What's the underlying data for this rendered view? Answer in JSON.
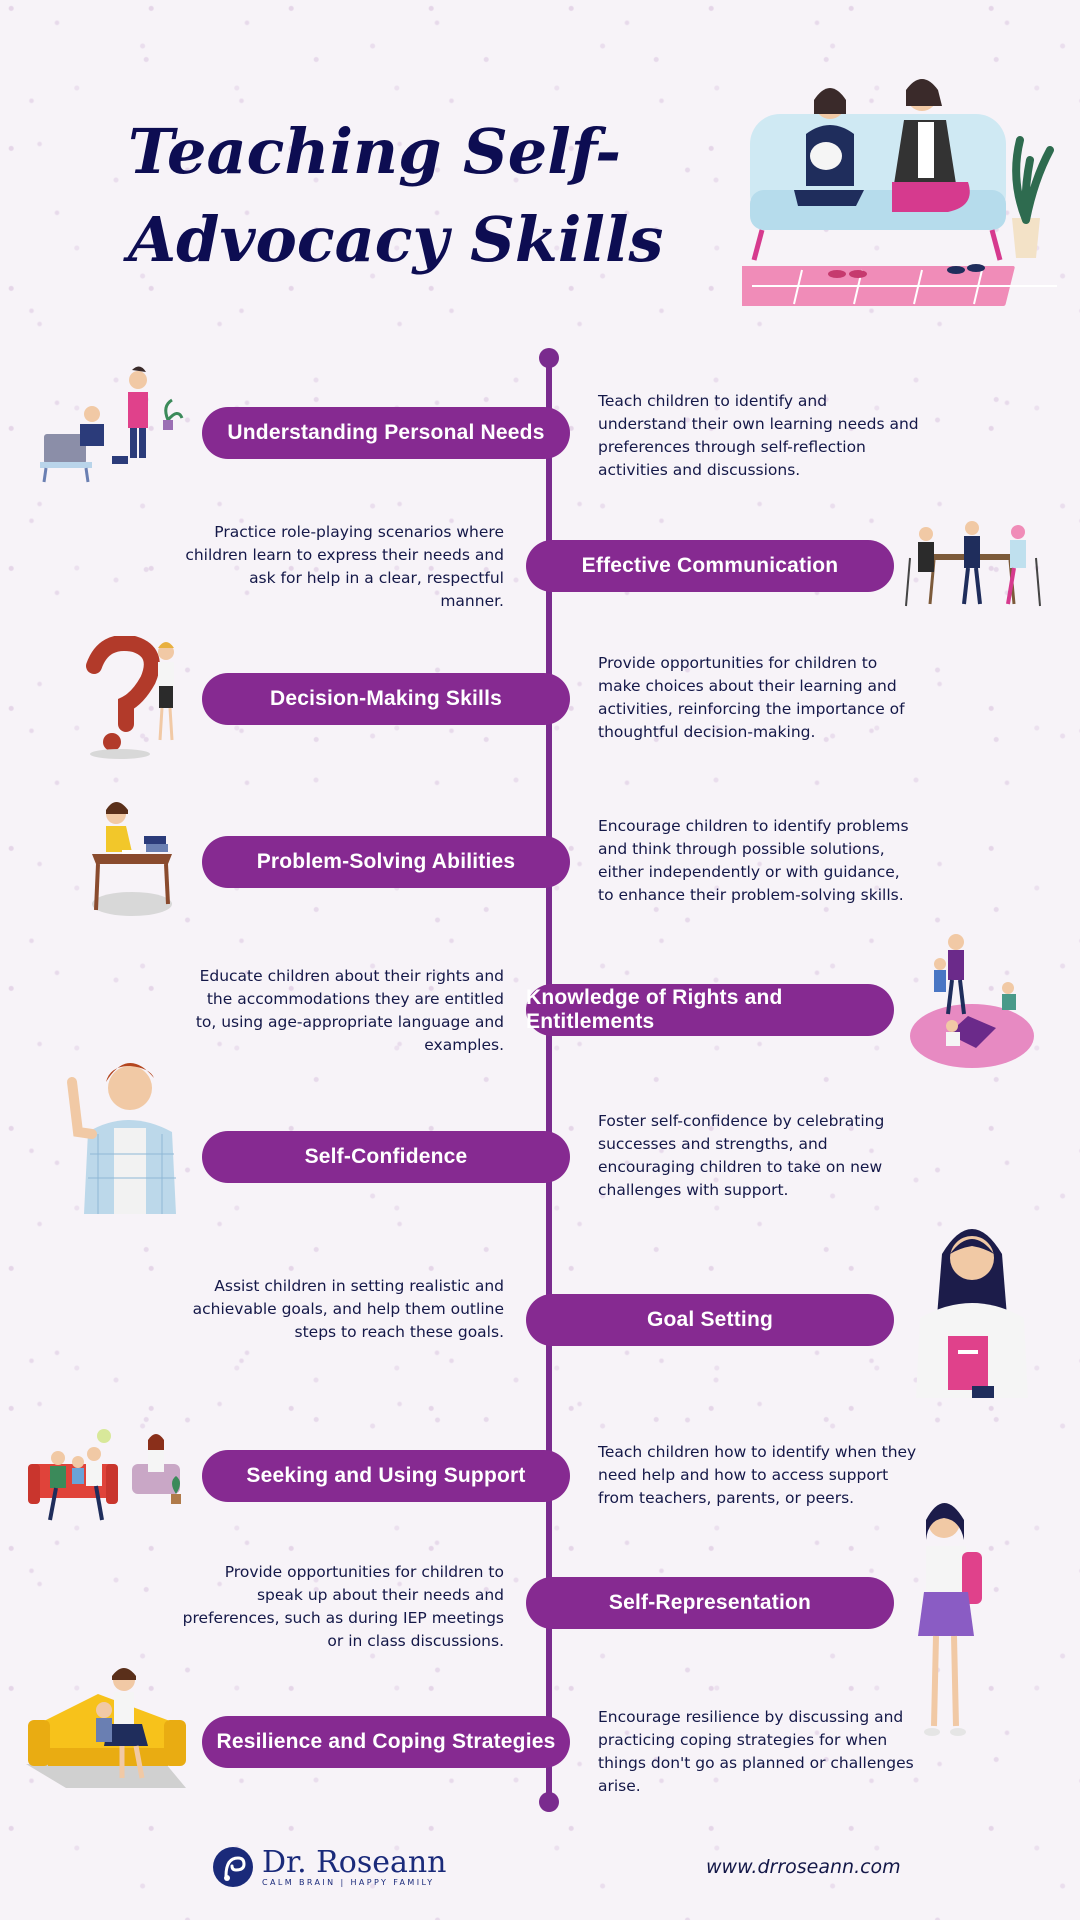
{
  "title": "Teaching Self-Advocacy Skills",
  "colors": {
    "accent": "#862a91",
    "title": "#0d0d52",
    "text": "#141848"
  },
  "steps": [
    {
      "label": "Understanding Personal Needs",
      "description": "Teach children to identify and understand their own learning needs and preferences through self-reflection activities and discussions."
    },
    {
      "label": "Effective Communication",
      "description": "Practice role-playing scenarios where children learn to express their needs and ask for help in a clear, respectful manner."
    },
    {
      "label": "Decision-Making Skills",
      "description": "Provide opportunities for children to make choices about their learning and activities, reinforcing the importance of thoughtful decision-making."
    },
    {
      "label": "Problem-Solving Abilities",
      "description": "Encourage children to identify problems and think through possible solutions, either independently or with guidance, to enhance their problem-solving skills."
    },
    {
      "label": "Knowledge of Rights and Entitlements",
      "description": "Educate children about their rights and the accommodations they are entitled to, using age-appropriate language and examples."
    },
    {
      "label": "Self-Confidence",
      "description": "Foster self-confidence by celebrating successes and strengths, and encouraging children to take on new challenges with support."
    },
    {
      "label": "Goal Setting",
      "description": "Assist children in setting realistic and achievable goals, and help them outline steps to reach these goals."
    },
    {
      "label": "Seeking and Using Support",
      "description": "Teach children how to identify when they need help and how to access support from teachers, parents, or peers."
    },
    {
      "label": "Self-Representation",
      "description": "Provide opportunities for children to speak up about their needs and preferences, such as during IEP meetings or in class discussions."
    },
    {
      "label": "Resilience and Coping Strategies",
      "description": "Encourage resilience by discussing and practicing coping strategies for when things don't go as planned or challenges arise."
    }
  ],
  "footer": {
    "brand": "Dr. Roseann",
    "tagline": "CALM BRAIN | HAPPY FAMILY",
    "website": "www.drroseann.com"
  }
}
